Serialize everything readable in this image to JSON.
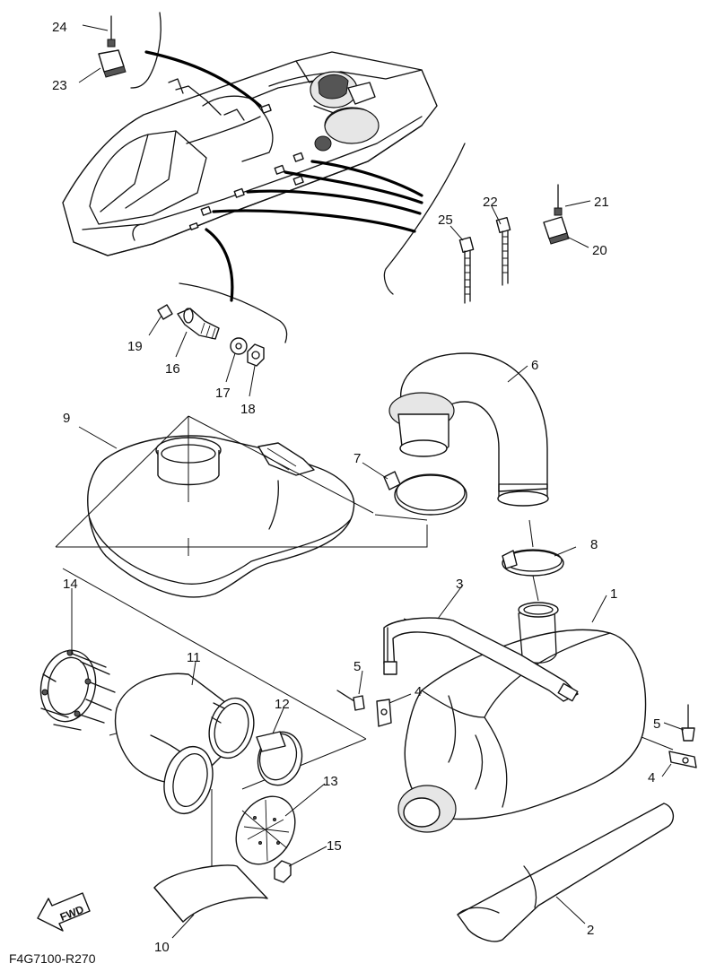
{
  "drawing_code": "F4G7100-R270",
  "fwd_label": "FWD",
  "callouts": [
    {
      "id": "c1",
      "text": "1"
    },
    {
      "id": "c2",
      "text": "2"
    },
    {
      "id": "c3",
      "text": "3"
    },
    {
      "id": "c4a",
      "text": "4"
    },
    {
      "id": "c4b",
      "text": "4"
    },
    {
      "id": "c5a",
      "text": "5"
    },
    {
      "id": "c5b",
      "text": "5"
    },
    {
      "id": "c6",
      "text": "6"
    },
    {
      "id": "c7",
      "text": "7"
    },
    {
      "id": "c8",
      "text": "8"
    },
    {
      "id": "c9",
      "text": "9"
    },
    {
      "id": "c10",
      "text": "10"
    },
    {
      "id": "c11",
      "text": "11"
    },
    {
      "id": "c12",
      "text": "12"
    },
    {
      "id": "c13",
      "text": "13"
    },
    {
      "id": "c14",
      "text": "14"
    },
    {
      "id": "c15",
      "text": "15"
    },
    {
      "id": "c16",
      "text": "16"
    },
    {
      "id": "c17",
      "text": "17"
    },
    {
      "id": "c18",
      "text": "18"
    },
    {
      "id": "c19",
      "text": "19"
    },
    {
      "id": "c20",
      "text": "20"
    },
    {
      "id": "c21",
      "text": "21"
    },
    {
      "id": "c22",
      "text": "22"
    },
    {
      "id": "c23",
      "text": "23"
    },
    {
      "id": "c24",
      "text": "24"
    },
    {
      "id": "c25",
      "text": "25"
    }
  ]
}
